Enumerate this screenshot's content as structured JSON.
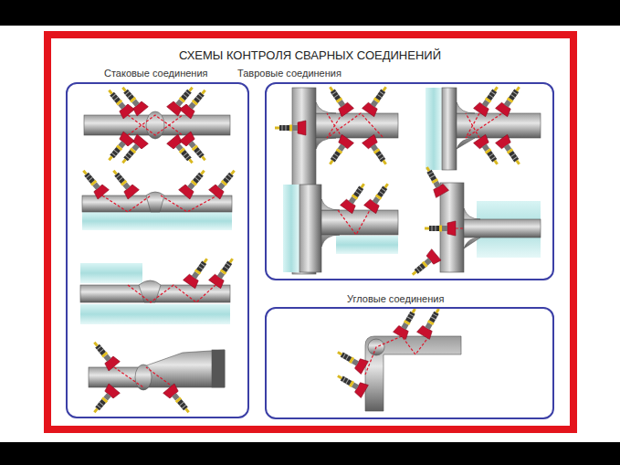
{
  "diagram": {
    "title": "СХЕМЫ КОНТРОЛЯ СВАРНЫХ СОЕДИНЕНИЙ",
    "nodes": [
      {
        "text": [
          "Стаковые соединения"
        ]
      },
      {
        "text": [
          "Тавровые соединения"
        ]
      },
      {
        "text": [
          "Угловые соединения"
        ]
      }
    ]
  }
}
